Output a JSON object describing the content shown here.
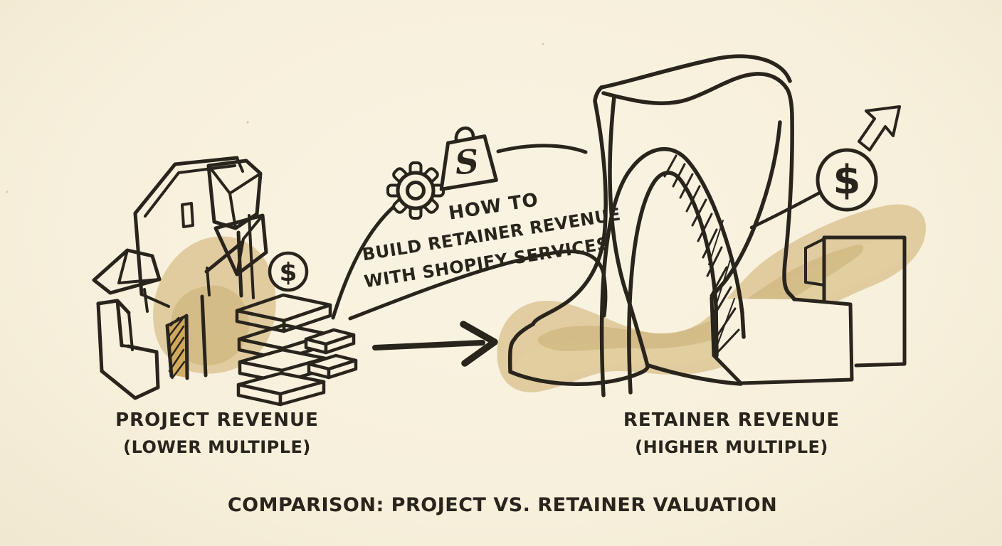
{
  "colors": {
    "background": "#f7f1dd",
    "ink": "#29241c",
    "wash": "#c9a761",
    "wash_light": "#e2d1a0",
    "wash_dark": "#b08c3e",
    "gold": "#cfa558",
    "cream": "#f7f1dd"
  },
  "icons": {
    "gear": "gear-icon",
    "shopify_bag": "shopify-bag-icon",
    "dollar_coin": "dollar-coin-icon",
    "growth_arrow": "growth-arrow-icon",
    "transition_arrow": "right-arrow-icon"
  },
  "left_item": {
    "label": "PROJECT REVENUE",
    "sublabel": "(LOWER MULTIPLE)",
    "coin_symbol": "$"
  },
  "right_item": {
    "label": "RETAINER REVENUE",
    "sublabel": "(HIGHER MULTIPLE)",
    "coin_symbol": "$"
  },
  "note": {
    "line1": "HOW TO",
    "line2": "BUILD RETAINER REVENUE",
    "line3": "WITH SHOPIFY SERVICES",
    "bag_letter": "S"
  },
  "caption": "COMPARISON: PROJECT VS. RETAINER VALUATION"
}
